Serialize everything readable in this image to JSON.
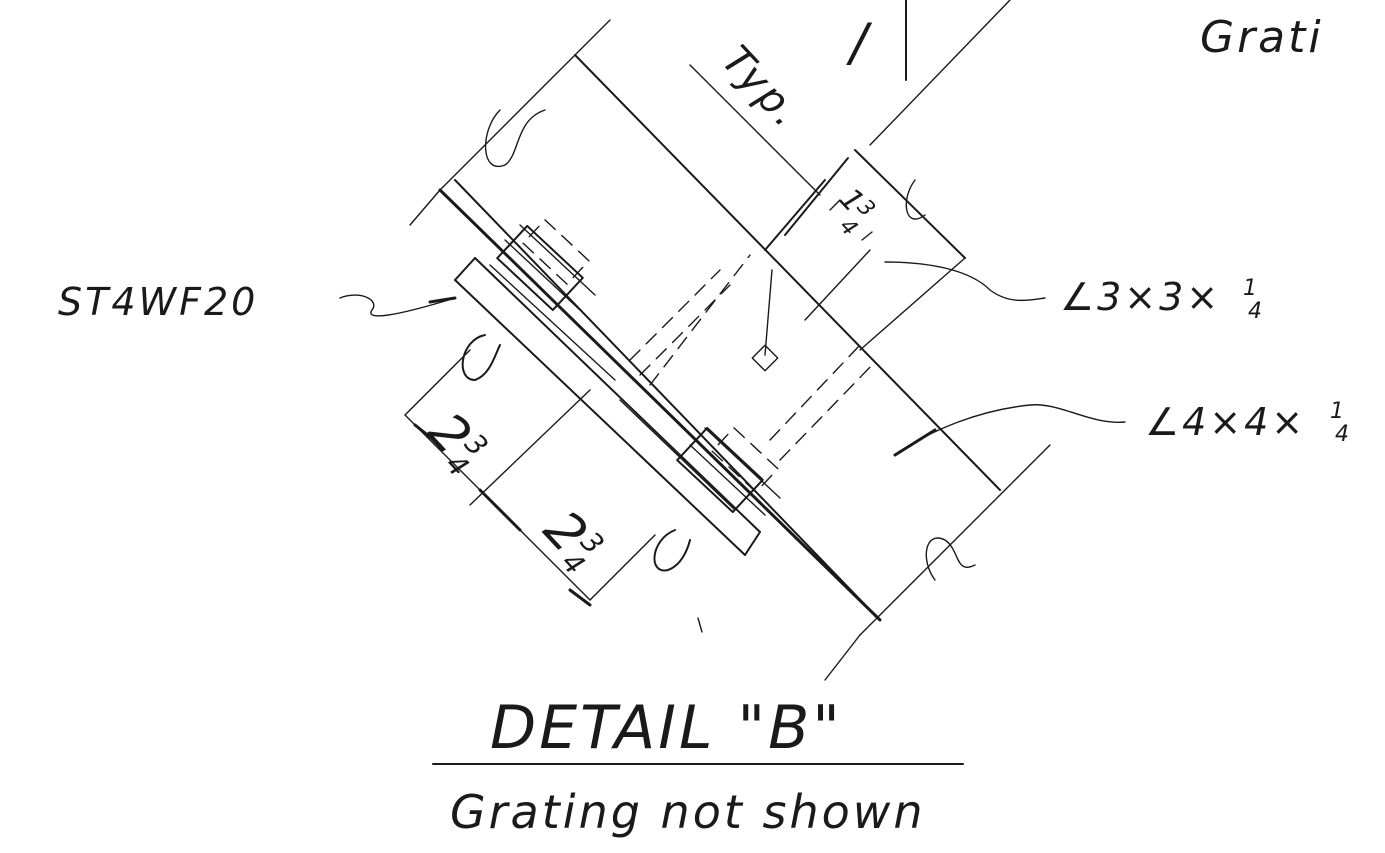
{
  "labels": {
    "corner_text": "Grati",
    "section_mark": "/",
    "typ": "Typ.",
    "member_tee": "ST4WF20",
    "angle_small": "∠3×3×",
    "angle_small_frac_num": "1",
    "angle_small_frac_den": "4",
    "angle_large": "∠4×4×",
    "angle_large_frac_num": "1",
    "angle_large_frac_den": "4"
  },
  "dimensions": {
    "gage_top": {
      "whole": "1",
      "num": "3",
      "den": "4"
    },
    "spacing_left": {
      "whole": "2",
      "num": "3",
      "den": "4"
    },
    "spacing_lower": {
      "whole": "2",
      "num": "3",
      "den": "4"
    }
  },
  "title": {
    "detail": "DETAIL \"B\"",
    "note": "Grating not shown"
  }
}
